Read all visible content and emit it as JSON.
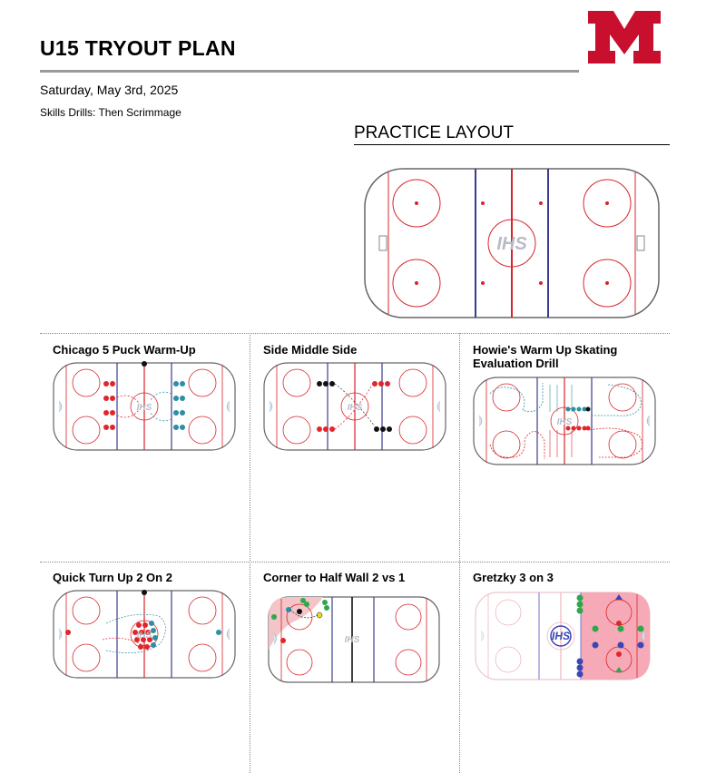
{
  "header": {
    "title": "U15 TRYOUT PLAN",
    "date": "Saturday, May 3rd, 2025",
    "subtitle": "Skills Drills: Then Scrimmage",
    "logo_letter": "M",
    "logo_color": "#c8102e"
  },
  "layout": {
    "title": "PRACTICE LAYOUT",
    "rink_logo": "IHS"
  },
  "drills": [
    {
      "title": "Chicago 5 Puck Warm-Up",
      "logo": "IHS"
    },
    {
      "title": "Side Middle Side",
      "logo": "IHS"
    },
    {
      "title": "Howie's Warm Up Skating Evaluation Drill",
      "logo": "IHS"
    },
    {
      "title": "Quick Turn Up 2 On 2",
      "logo": "IHS"
    },
    {
      "title": "Corner to Half Wall 2 vs 1",
      "logo": "IHS"
    },
    {
      "title": "Gretzky 3 on 3",
      "logo": "IHS"
    }
  ],
  "colors": {
    "red_line": "#d8232a",
    "blue_line": "#3b3b8f",
    "board": "#666666",
    "player_red": "#e0262b",
    "player_teal": "#2d8fa6",
    "player_black": "#111111",
    "player_green": "#2ea84a",
    "player_blue": "#3a46b5",
    "zone_pink": "#f6a9b7"
  }
}
